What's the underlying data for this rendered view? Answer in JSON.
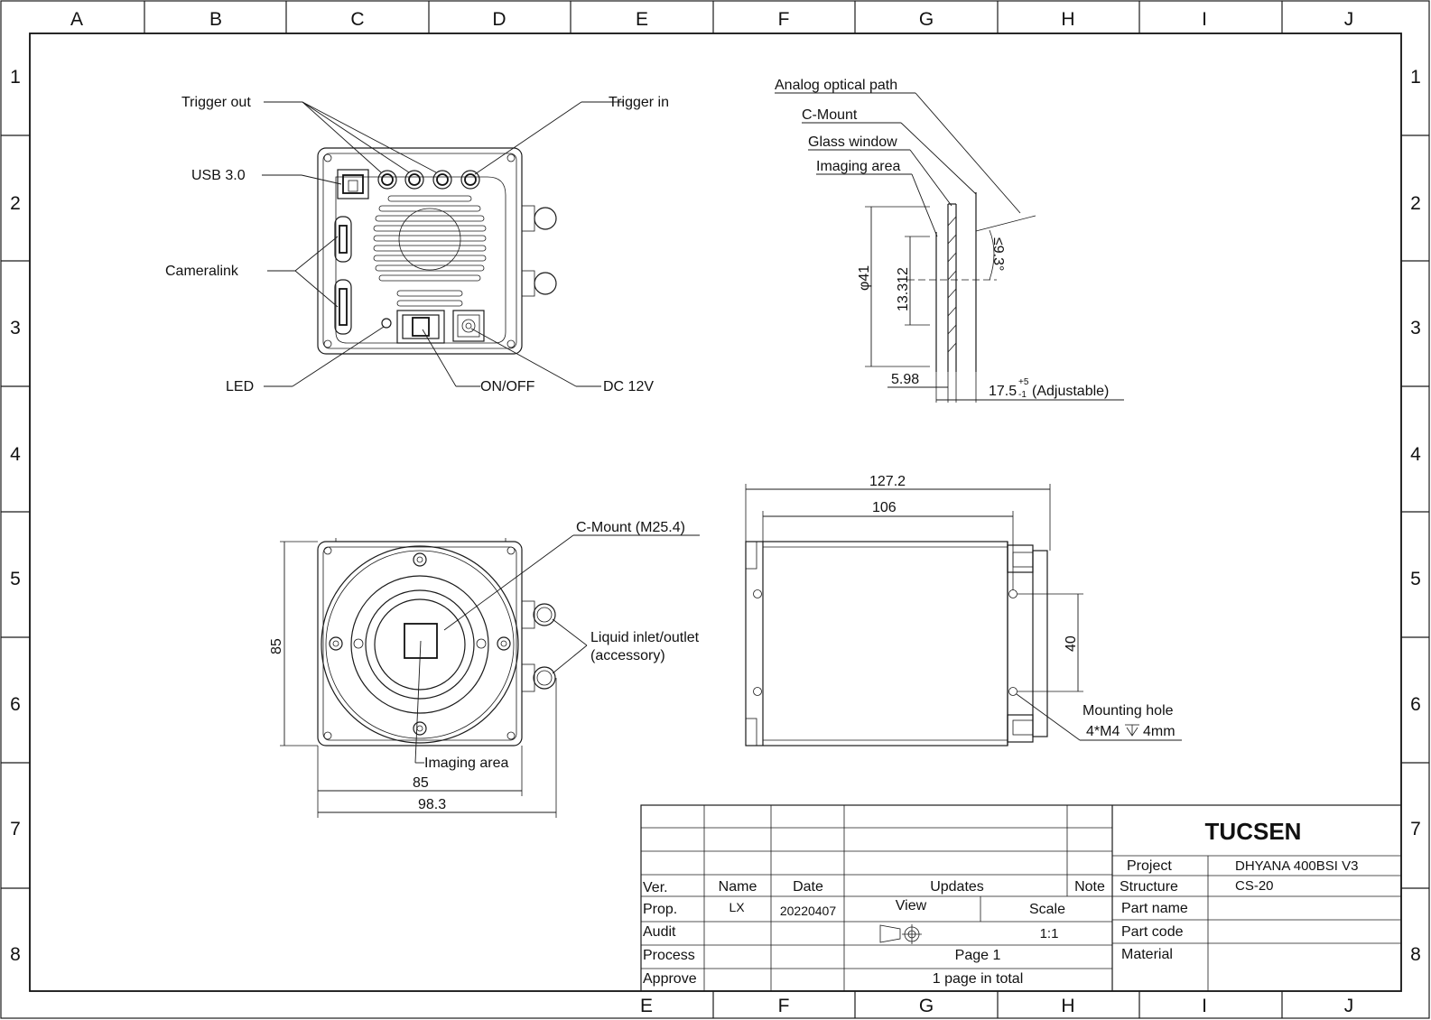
{
  "grid": {
    "columns": [
      "A",
      "B",
      "C",
      "D",
      "E",
      "F",
      "G",
      "H",
      "I",
      "J"
    ],
    "bottom_columns": [
      "E",
      "F",
      "G",
      "H",
      "I",
      "J"
    ],
    "rows": [
      "1",
      "2",
      "3",
      "4",
      "5",
      "6",
      "7",
      "8"
    ]
  },
  "rear_view": {
    "trigger_out": "Trigger out",
    "trigger_in": "Trigger in",
    "usb": "USB 3.0",
    "cameralink": "Cameralink",
    "led": "LED",
    "on_off": "ON/OFF",
    "dc": "DC 12V"
  },
  "section_view": {
    "analog_optical_path": "Analog optical path",
    "c_mount": "C-Mount",
    "glass_window": "Glass window",
    "imaging_area": "Imaging area",
    "dia": "φ41",
    "dim_13": "13.312",
    "angle": "≤9.3°",
    "dim_598": "5.98",
    "dim_175": "17.5",
    "tol_up": "+5",
    "tol_down": "-1",
    "adjustable": "(Adjustable)"
  },
  "front_view": {
    "c_mount_m": "C-Mount (M25.4)",
    "liquid_1": "Liquid inlet/outlet",
    "liquid_2": "(accessory)",
    "imaging_area": "Imaging area",
    "dim_85_v": "85",
    "dim_85_h": "85",
    "dim_983": "98.3"
  },
  "side_view": {
    "dim_1272": "127.2",
    "dim_106": "106",
    "dim_40": "40",
    "mounting_1": "Mounting hole",
    "mounting_2": "4*M4",
    "mounting_3": "4mm"
  },
  "title_block": {
    "brand": "TUCSEN",
    "project_label": "Project",
    "project_value": "DHYANA 400BSI V3",
    "structure_label": "Structure",
    "structure_value": "CS-20",
    "part_name_label": "Part name",
    "part_code_label": "Part code",
    "material_label": "Material",
    "ver": "Ver.",
    "name": "Name",
    "date": "Date",
    "updates": "Updates",
    "note": "Note",
    "prop": "Prop.",
    "prop_name": "LX",
    "prop_date": "20220407",
    "view": "View",
    "scale": "Scale",
    "scale_value": "1:1",
    "audit": "Audit",
    "process": "Process",
    "approve": "Approve",
    "page": "Page 1",
    "total": "1 page in total"
  }
}
